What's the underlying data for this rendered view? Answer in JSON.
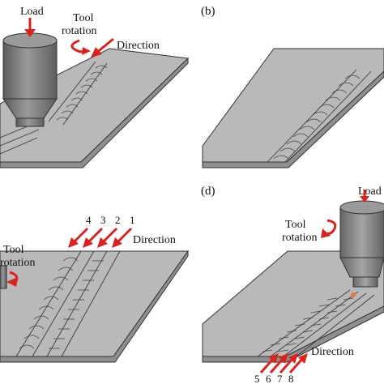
{
  "panels": {
    "a": {
      "load_label": "Load",
      "tool_rotation_label": [
        "Tool",
        "rotation"
      ],
      "direction_label": "Direction"
    },
    "b": {
      "panel_label": "(b)"
    },
    "c": {
      "tool_rotation_label": [
        "Tool",
        "rotation"
      ],
      "direction_label": "Direction",
      "pass_numbers": [
        "4",
        "3",
        "2",
        "1"
      ]
    },
    "d": {
      "panel_label": "(d)",
      "load_label": "Load",
      "tool_rotation_label": [
        "Tool",
        "rotation"
      ],
      "direction_label": "Direction",
      "pass_numbers": [
        "5",
        "6",
        "7",
        "8"
      ]
    }
  },
  "colors": {
    "arrow": "#d8231f",
    "plate": "#b9b9b9",
    "tool": "#7a7a7a",
    "hot_spot": "#e8743a"
  }
}
